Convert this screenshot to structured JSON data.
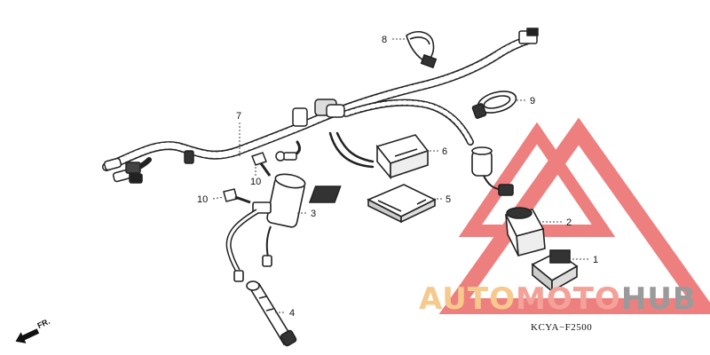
{
  "diagram": {
    "callouts": [
      {
        "number": "1"
      },
      {
        "number": "2"
      },
      {
        "number": "3"
      },
      {
        "number": "4"
      },
      {
        "number": "5"
      },
      {
        "number": "6"
      },
      {
        "number": "7"
      },
      {
        "number": "8"
      },
      {
        "number": "9"
      },
      {
        "number": "10"
      },
      {
        "number": "10"
      }
    ],
    "diagram_code": "KCYA−F2500",
    "direction_label": "FR."
  },
  "watermark": {
    "brand_part_1": "AUTO",
    "brand_part_2": "MOTO",
    "brand_part_3": "HUB",
    "colors": {
      "auto": "#f6c98d",
      "moto": "#f3a29a",
      "hub": "#9a9a9a",
      "triangle": "#e63b3b"
    }
  }
}
